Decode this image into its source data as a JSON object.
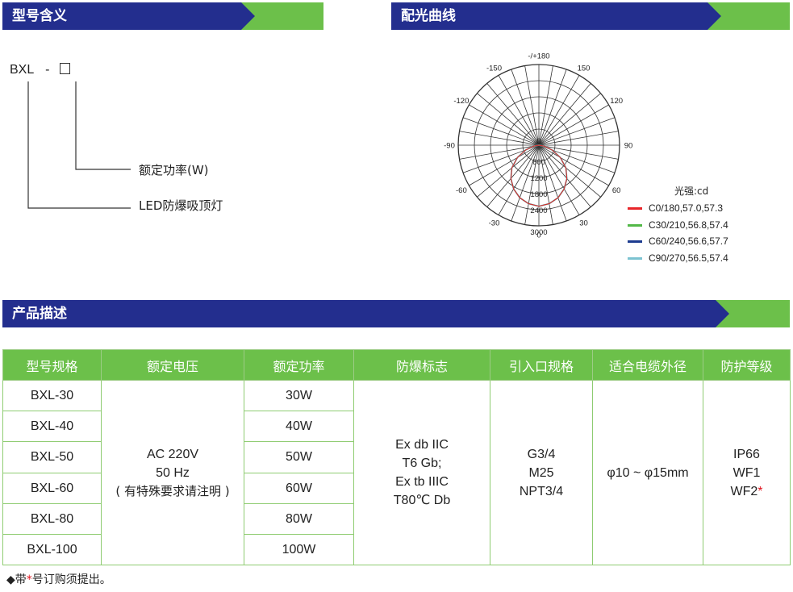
{
  "sections": {
    "model_meaning": "型号含义",
    "light_curve": "配光曲线",
    "product_desc": "产品描述"
  },
  "model_code": {
    "prefix": "BXL",
    "dash": "-",
    "power_label": "额定功率(W)",
    "type_label": "LED防爆吸顶灯"
  },
  "chart_data": {
    "type": "polar",
    "angle_labels": [
      "-/+180",
      "150",
      "120",
      "90",
      "60",
      "30",
      "0",
      "-30",
      "-60",
      "-90",
      "-120",
      "-150"
    ],
    "radial_labels": [
      "0",
      "600",
      "1200",
      "1800",
      "2400",
      "3000"
    ],
    "rmax": 3000,
    "legend_title": "光强:cd",
    "series": [
      {
        "name": "C0/180,57.0,57.3",
        "color": "#e8262a"
      },
      {
        "name": "C30/210,56.8,57.4",
        "color": "#53b848"
      },
      {
        "name": "C60/240,56.6,57.7",
        "color": "#1d3b8f"
      },
      {
        "name": "C90/270,56.5,57.4",
        "color": "#7cc3d1"
      }
    ],
    "curve": {
      "angles": [
        0,
        10,
        20,
        30,
        40,
        50,
        60,
        70,
        80,
        90
      ],
      "values": [
        2270,
        2210,
        2080,
        1880,
        1620,
        1310,
        920,
        520,
        200,
        0
      ]
    },
    "grid": true
  },
  "table": {
    "headers": [
      "型号规格",
      "额定电压",
      "额定功率",
      "防爆标志",
      "引入口规格",
      "适合电缆外径",
      "防护等级"
    ],
    "models": [
      "BXL-30",
      "BXL-40",
      "BXL-50",
      "BXL-60",
      "BXL-80",
      "BXL-100"
    ],
    "powers": [
      "30W",
      "40W",
      "50W",
      "60W",
      "80W",
      "100W"
    ],
    "voltage": [
      "AC 220V",
      "50 Hz",
      "( 有特殊要求请注明 )"
    ],
    "ex_marks": [
      "Ex db IIC",
      "T6 Gb;",
      "Ex tb IIIC",
      "T80℃ Db"
    ],
    "entry": [
      "G3/4",
      "M25",
      "NPT3/4"
    ],
    "cable": "φ10 ~ φ15mm",
    "protection": [
      "IP66",
      "WF1",
      "WF2"
    ],
    "protection_star": "*"
  },
  "note": {
    "prefix": "◆带",
    "star": "*",
    "suffix": "号订购须提出。"
  }
}
